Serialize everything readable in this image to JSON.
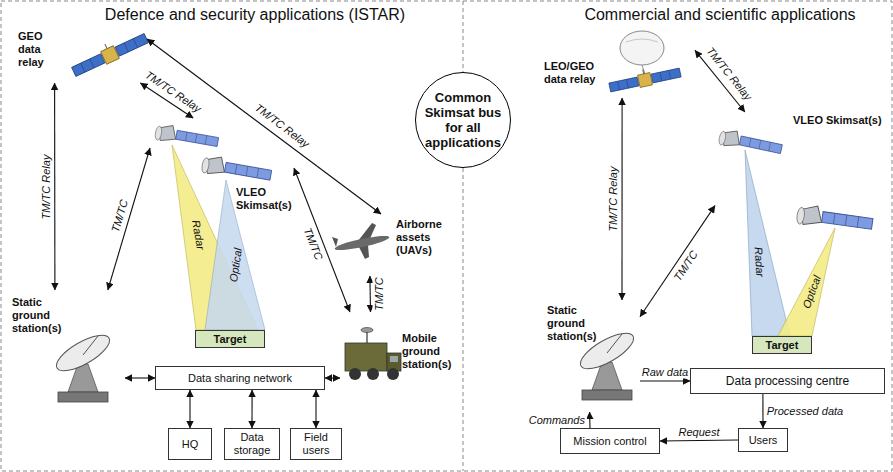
{
  "diagram": {
    "nodes": [
      {
        "text": [
          "GEO data relay"
        ]
      },
      {
        "text": [
          "VLEO Skimsat(s)"
        ]
      },
      {
        "text": [
          "Target"
        ]
      },
      {
        "text": [
          "Airborne assets (UAVs)"
        ]
      },
      {
        "text": [
          "Static ground station(s)"
        ]
      },
      {
        "text": [
          "Mobile ground station(s)"
        ]
      },
      {
        "text": [
          "Data sharing network"
        ]
      },
      {
        "text": [
          "HQ"
        ]
      },
      {
        "text": [
          "Data storage"
        ]
      },
      {
        "text": [
          "Field users"
        ]
      },
      {
        "text": [
          "Common Skimsat bus for all applications"
        ]
      },
      {
        "text": [
          "LEO/GEO data relay"
        ]
      },
      {
        "text": [
          "VLEO Skimsat(s)"
        ]
      },
      {
        "text": [
          "Target"
        ]
      },
      {
        "text": [
          "Static ground station(s)"
        ]
      },
      {
        "text": [
          "Data processing centre"
        ]
      },
      {
        "text": [
          "Users"
        ]
      },
      {
        "text": [
          "Mission control"
        ]
      }
    ],
    "edges": [
      {
        "from": 0,
        "to": 4,
        "label": "TM/TC Relay",
        "arrow": "both"
      },
      {
        "from": 0,
        "to": 1,
        "label": "TM/TC Relay",
        "arrow": "both"
      },
      {
        "from": 0,
        "to": 3,
        "label": "TM/TC Relay",
        "arrow": "both"
      },
      {
        "from": 1,
        "to": 4,
        "label": "TM/TC",
        "arrow": "both"
      },
      {
        "from": 1,
        "to": 5,
        "label": "TM/TC",
        "arrow": "both"
      },
      {
        "from": 3,
        "to": 5,
        "label": "TM/TC",
        "arrow": "both"
      },
      {
        "from": 4,
        "to": 6,
        "arrow": "both"
      },
      {
        "from": 6,
        "to": 5,
        "arrow": "both"
      },
      {
        "from": 6,
        "to": 7,
        "arrow": "both"
      },
      {
        "from": 6,
        "to": 8,
        "arrow": "both"
      },
      {
        "from": 6,
        "to": 9,
        "arrow": "both"
      },
      {
        "from": 11,
        "to": 14,
        "label": "TM/TC Relay",
        "arrow": "both"
      },
      {
        "from": 11,
        "to": 12,
        "label": "TM/TC Relay",
        "arrow": "both"
      },
      {
        "from": 12,
        "to": 14,
        "label": "TM/TC",
        "arrow": "both"
      },
      {
        "from": 14,
        "to": 15,
        "label": "Raw data",
        "arrow": "to"
      },
      {
        "from": 15,
        "to": 16,
        "label": "Processed data",
        "arrow": "to"
      },
      {
        "from": 16,
        "to": 17,
        "label": "Request",
        "arrow": "to"
      },
      {
        "from": 17,
        "to": 14,
        "label": "Commands",
        "arrow": "to"
      }
    ],
    "labels": [
      "Defence and security applications (ISTAR)",
      "Commercial and scientific applications",
      "Radar",
      "Optical",
      "Radar",
      "Optical"
    ]
  }
}
